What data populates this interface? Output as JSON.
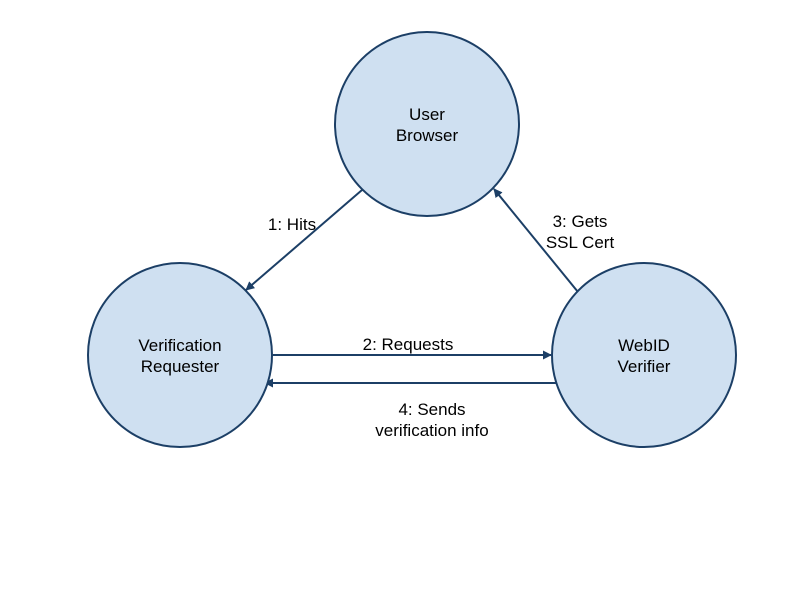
{
  "colors": {
    "node_fill": "#cfe0f1",
    "node_stroke": "#1c3f66",
    "edge": "#1c3f66",
    "text": "#000000"
  },
  "nodes": {
    "user_browser": {
      "line1": "User",
      "line2": "Browser"
    },
    "verification_requester": {
      "line1": "Verification",
      "line2": "Requester"
    },
    "webid_verifier": {
      "line1": "WebID",
      "line2": "Verifier"
    }
  },
  "edges": {
    "hits": {
      "line1": "1: Hits"
    },
    "requests": {
      "line1": "2: Requests"
    },
    "gets_cert": {
      "line1": "3: Gets",
      "line2": "SSL Cert"
    },
    "sends_info": {
      "line1": "4: Sends",
      "line2": "verification info"
    }
  }
}
